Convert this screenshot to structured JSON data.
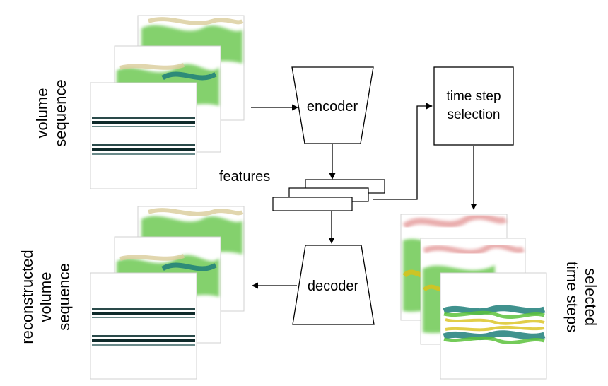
{
  "labels": {
    "volume_sequence": [
      "volume",
      "sequence"
    ],
    "encoder": "encoder",
    "decoder": "decoder",
    "features": "features",
    "time_step_selection": [
      "time step",
      "selection"
    ],
    "reconstructed": [
      "reconstructed",
      "volume",
      "sequence"
    ],
    "selected": [
      "selected",
      "time steps"
    ]
  },
  "colors": {
    "volume_green": "#5cc23c",
    "volume_teal": "#1f7f7a",
    "volume_tan": "#d9cc9a",
    "volume_red": "#e08a8a",
    "volume_yellow": "#d9c21a",
    "stroke": "#000000"
  }
}
